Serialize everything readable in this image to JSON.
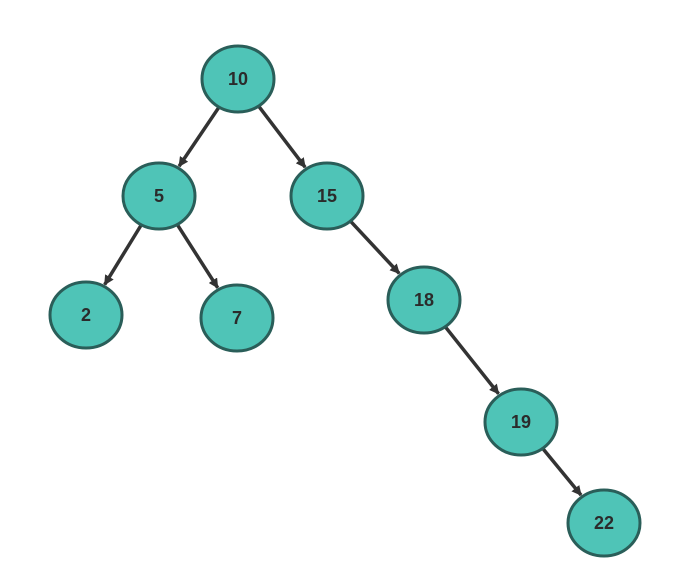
{
  "tree": {
    "nodes": [
      {
        "id": "n10",
        "label": "10"
      },
      {
        "id": "n5",
        "label": "5"
      },
      {
        "id": "n15",
        "label": "15"
      },
      {
        "id": "n2",
        "label": "2"
      },
      {
        "id": "n7",
        "label": "7"
      },
      {
        "id": "n18",
        "label": "18"
      },
      {
        "id": "n19",
        "label": "19"
      },
      {
        "id": "n22",
        "label": "22"
      }
    ],
    "edges": [
      {
        "from": "n10",
        "to": "n5"
      },
      {
        "from": "n10",
        "to": "n15"
      },
      {
        "from": "n5",
        "to": "n2"
      },
      {
        "from": "n5",
        "to": "n7"
      },
      {
        "from": "n15",
        "to": "n18"
      },
      {
        "from": "n18",
        "to": "n19"
      },
      {
        "from": "n19",
        "to": "n22"
      }
    ]
  },
  "colors": {
    "node_fill": "#4fc4b7",
    "node_stroke": "#2a5e59",
    "edge": "#333333",
    "label": "#2b2b2b"
  }
}
